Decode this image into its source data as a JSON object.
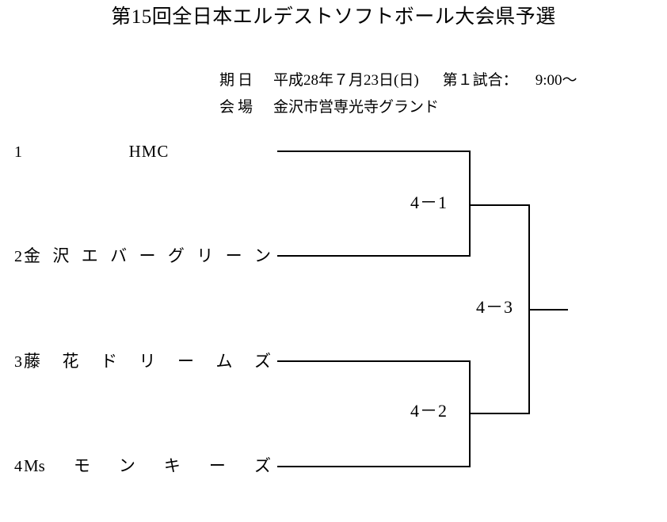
{
  "header": {
    "title": "第15回全日本エルデストソフトボール大会県予選",
    "date_label": "期日",
    "date_value": "平成28年７月23日(日)",
    "game_label": "第１試合：",
    "game_time": "9:00〜",
    "venue_label": "会場",
    "venue_value": "金沢市営専光寺グランド"
  },
  "bracket": {
    "teams": [
      {
        "seed": "1",
        "name": "HMC",
        "chars": [
          "H",
          "M",
          "C"
        ]
      },
      {
        "seed": "2",
        "name": "金沢エバーグリーン",
        "chars": [
          "金",
          "沢",
          "エ",
          "バ",
          "ー",
          "グ",
          "リ",
          "ー",
          "ン"
        ]
      },
      {
        "seed": "3",
        "name": "藤花ドリームズ",
        "chars": [
          "藤",
          "花",
          "ド",
          "リ",
          "ー",
          "ム",
          "ズ"
        ]
      },
      {
        "seed": "4",
        "name": "Ms モンキーズ",
        "chars": [
          "Ms",
          "モ",
          "ン",
          "キ",
          "ー",
          "ズ"
        ]
      }
    ],
    "matches": [
      {
        "round": "semifinal-1",
        "score": "4－1",
        "teams": [
          "1",
          "2"
        ]
      },
      {
        "round": "semifinal-2",
        "score": "4－2",
        "teams": [
          "3",
          "4"
        ]
      },
      {
        "round": "final",
        "score": "4－3",
        "teams": [
          "winner-sf1",
          "winner-sf2"
        ]
      }
    ]
  },
  "colors": {
    "line": "#000000",
    "text": "#000000",
    "background": "#ffffff"
  }
}
